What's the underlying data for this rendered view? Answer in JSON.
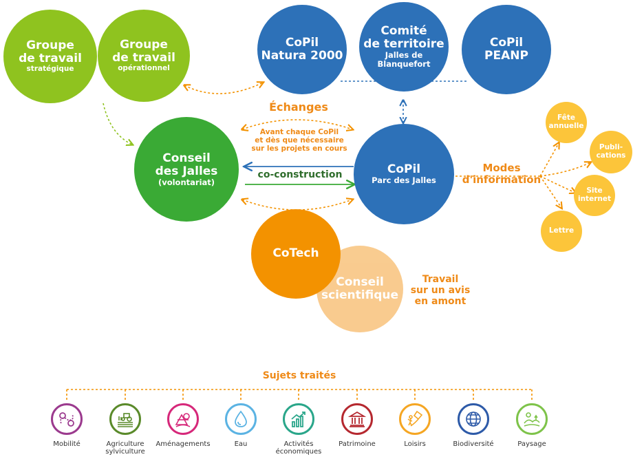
{
  "nodes": {
    "gt_strategique": {
      "lines": [
        "Groupe",
        "de travail",
        "stratégique"
      ]
    },
    "gt_operationnel": {
      "lines": [
        "Groupe",
        "de travail",
        "opérationnel"
      ]
    },
    "copil_natura": {
      "lines": [
        "CoPil",
        "Natura 2000"
      ]
    },
    "comite_territoire": {
      "lines": [
        "Comité",
        "de territoire",
        "Jalles de",
        "Blanquefort"
      ]
    },
    "copil_peanp": {
      "lines": [
        "CoPil",
        "PEANP"
      ]
    },
    "conseil_jalles": {
      "lines": [
        "Conseil",
        "des Jalles",
        "(volontariat)"
      ]
    },
    "copil_parc": {
      "lines": [
        "CoPil",
        "Parc des Jalles"
      ]
    },
    "cotech": {
      "lines": [
        "CoTech"
      ]
    },
    "conseil_scientifique": {
      "lines": [
        "Conseil",
        "scientifique"
      ]
    }
  },
  "labels": {
    "echanges": "Échanges",
    "avant_chaque": [
      "Avant chaque CoPil",
      "et dès que nécessaire",
      "sur les projets en cours"
    ],
    "co_construction": "co-construction",
    "modes_information": [
      "Modes",
      "d'information"
    ],
    "travail_avis": [
      "Travail",
      "sur un avis",
      "en amont"
    ],
    "sujets_traites": "Sujets traités"
  },
  "info_channels": [
    {
      "lines": [
        "Fête",
        "annuelle"
      ]
    },
    {
      "lines": [
        "Publi-",
        "cations"
      ]
    },
    {
      "lines": [
        "Site",
        "internet"
      ]
    },
    {
      "lines": [
        "Lettre"
      ]
    }
  ],
  "topics": [
    {
      "label": [
        "Mobilité"
      ],
      "color": "#9b3a8e",
      "icon": "mobility-icon"
    },
    {
      "label": [
        "Agriculture",
        "sylviculture"
      ],
      "color": "#5a8a2a",
      "icon": "tractor-icon"
    },
    {
      "label": [
        "Aménagements"
      ],
      "color": "#d6287a",
      "icon": "planning-icon"
    },
    {
      "label": [
        "Eau"
      ],
      "color": "#5bb3e3",
      "icon": "water-drop-icon"
    },
    {
      "label": [
        "Activités",
        "économiques"
      ],
      "color": "#2aa68a",
      "icon": "chart-growth-icon"
    },
    {
      "label": [
        "Patrimoine"
      ],
      "color": "#b5282f",
      "icon": "monument-icon"
    },
    {
      "label": [
        "Loisirs"
      ],
      "color": "#f5a623",
      "icon": "kite-icon"
    },
    {
      "label": [
        "Biodiversité"
      ],
      "color": "#2d5aa8",
      "icon": "globe-icon"
    },
    {
      "label": [
        "Paysage"
      ],
      "color": "#7ec34a",
      "icon": "landscape-icon"
    }
  ],
  "colors": {
    "orange_text": "#ef8a17",
    "blue_line": "#2d71b8",
    "green_line": "#3aaa35"
  }
}
